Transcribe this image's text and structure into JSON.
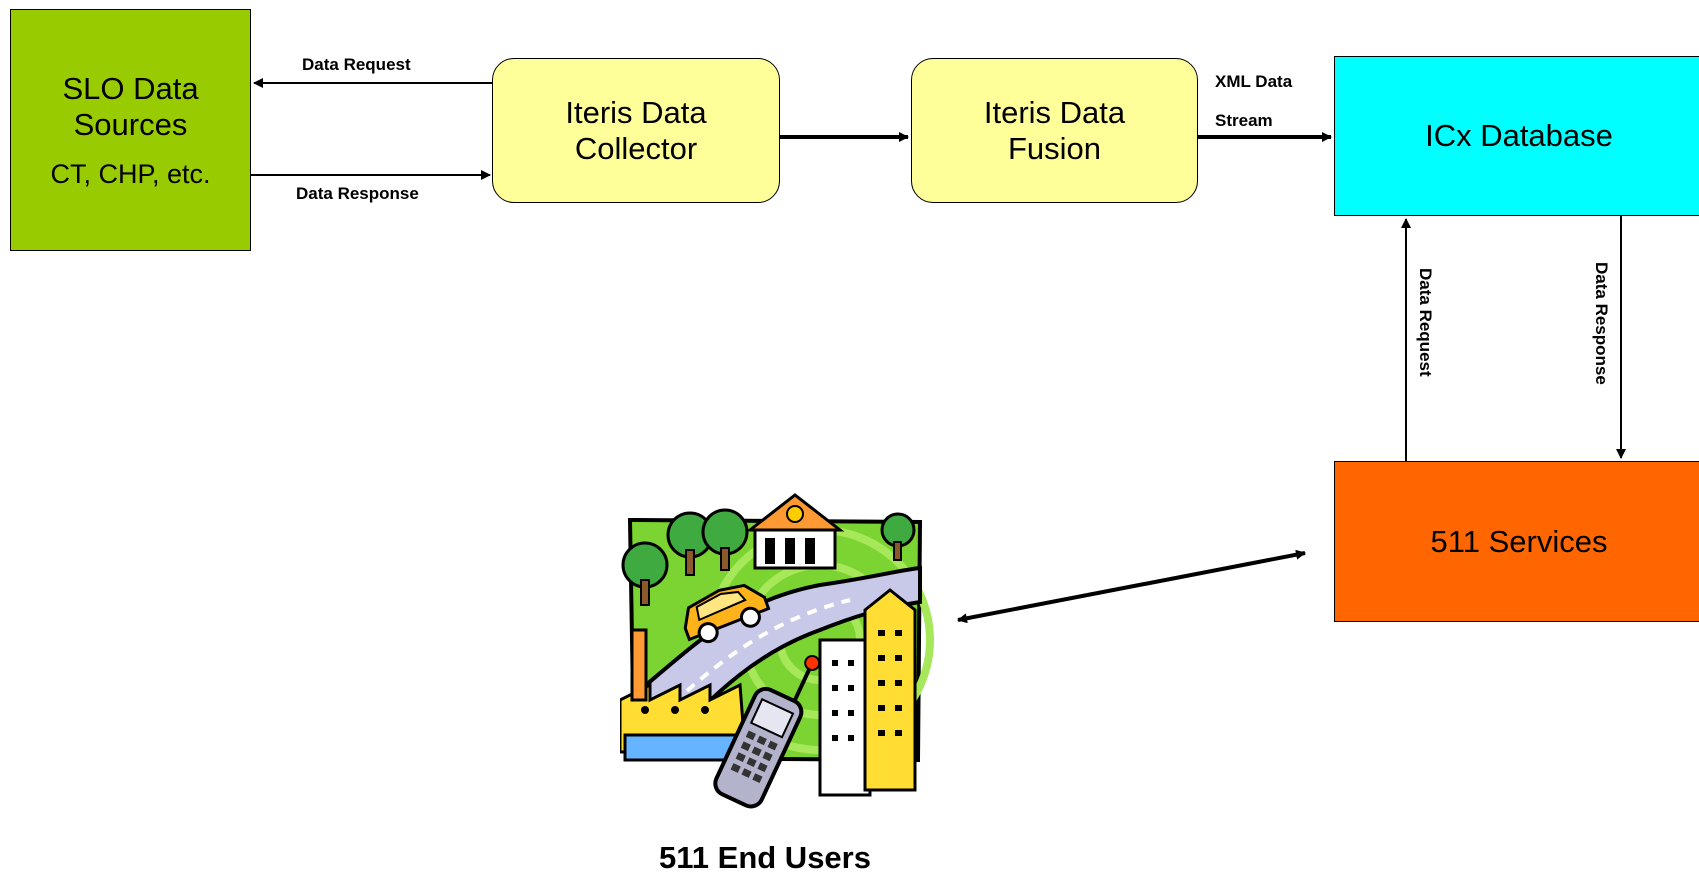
{
  "nodes": {
    "slo": {
      "title": "SLO Data Sources",
      "subtitle": "CT, CHP, etc.",
      "color": "#99cc00"
    },
    "collector": {
      "label": "Iteris Data Collector",
      "color": "#ffff99"
    },
    "fusion": {
      "label": "Iteris Data Fusion",
      "color": "#ffff99"
    },
    "icx": {
      "label": "ICx Database",
      "color": "#00ffff"
    },
    "services": {
      "label": "511 Services",
      "color": "#ff6600"
    },
    "end_users": {
      "label": "511 End Users",
      "icon": "city-traffic-phone-clipart"
    }
  },
  "edges": [
    {
      "from": "collector",
      "to": "slo",
      "label": "Data Request"
    },
    {
      "from": "slo",
      "to": "collector",
      "label": "Data Response"
    },
    {
      "from": "collector",
      "to": "fusion",
      "label": ""
    },
    {
      "from": "fusion",
      "to": "icx",
      "label_line1": "XML Data",
      "label_line2": "Stream"
    },
    {
      "from": "services",
      "to": "icx",
      "label": "Data Request"
    },
    {
      "from": "icx",
      "to": "services",
      "label": "Data Response"
    },
    {
      "from": "services",
      "to": "end_users",
      "label": "",
      "bidirectional": true
    }
  ]
}
